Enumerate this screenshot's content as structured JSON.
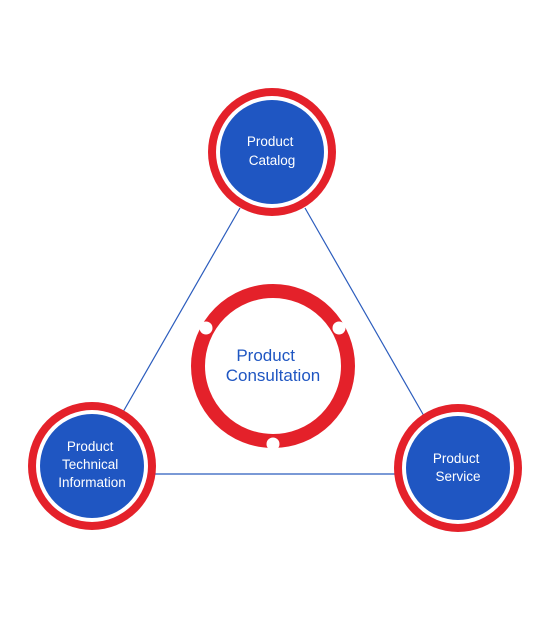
{
  "diagram": {
    "center": {
      "lines": [
        "Product",
        "Consultation"
      ]
    },
    "nodes": {
      "top": {
        "lines": [
          "Product",
          "Catalog"
        ]
      },
      "left": {
        "lines": [
          "Product",
          "Technical",
          "Information"
        ]
      },
      "right": {
        "lines": [
          "Product",
          "Service"
        ]
      }
    }
  },
  "colors": {
    "ring_red": "#e4212a",
    "node_blue": "#1f56c2",
    "connector_blue": "#2b5cbd",
    "white": "#ffffff"
  }
}
